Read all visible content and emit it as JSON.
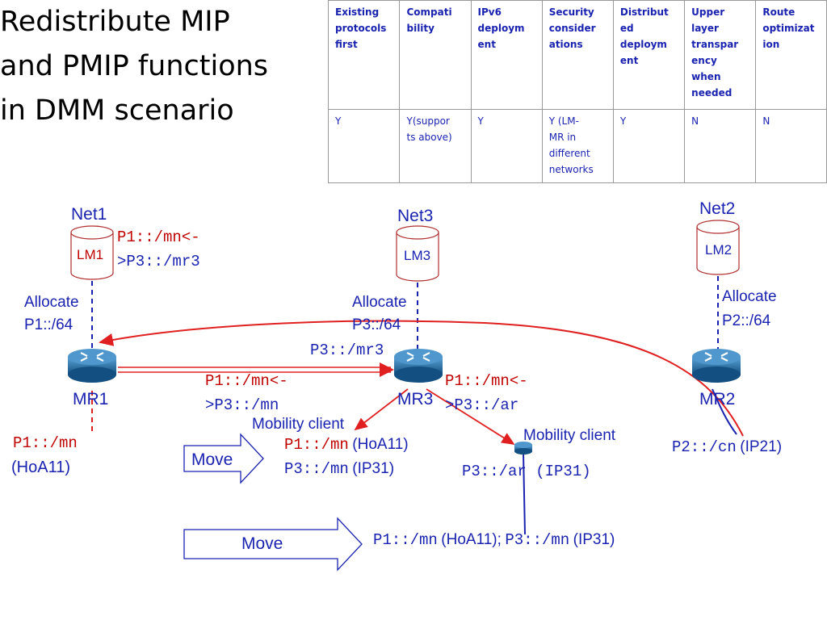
{
  "title_lines": [
    "Redistribute MIP",
    "and PMIP functions",
    "in DMM scenario"
  ],
  "table": {
    "headers": [
      [
        "Existing",
        "protocols",
        "first"
      ],
      [
        "Compati",
        "bility"
      ],
      [
        "IPv6",
        "deploym",
        "ent"
      ],
      [
        "Security",
        "consider",
        "ations"
      ],
      [
        "Distribut",
        "ed",
        "deploym",
        "ent"
      ],
      [
        "Upper",
        "layer",
        "transpar",
        "ency",
        "when",
        "needed"
      ],
      [
        "Route",
        "optimizat",
        "ion"
      ]
    ],
    "values": [
      [
        "Y"
      ],
      [
        "Y(suppor",
        "ts above)"
      ],
      [
        "Y"
      ],
      [
        "Y (LM-",
        "MR in",
        "different",
        "networks"
      ],
      [
        "Y"
      ],
      [
        "N"
      ],
      [
        "N"
      ]
    ]
  },
  "nets": [
    {
      "net": "Net1",
      "lm": "LM1"
    },
    {
      "net": "Net3",
      "lm": "LM3"
    },
    {
      "net": "Net2",
      "lm": "LM2"
    }
  ],
  "routers": [
    "MR1",
    "MR3",
    "MR2"
  ],
  "labels": {
    "lm1_binding_1": "P1::/mn<-",
    "lm1_binding_2": ">P3::/mr3",
    "allocate_p1_1": "Allocate",
    "allocate_p1_2": "P1::/64",
    "allocate_p3_1": "Allocate",
    "allocate_p3_2": "P3::/64",
    "mr3_prefix": "P3::/mr3",
    "allocate_p2_1": "Allocate",
    "allocate_p2_2": "P2::/64",
    "mr1_mr3_binding_1": "P1::/mn<-",
    "mr1_mr3_binding_2": ">P3::/mn",
    "mr3_binding_1": "P1::/mn<-",
    "mr3_binding_2": ">P3::/ar",
    "mn_addr": "P1::/mn",
    "mn_hoa": "(HoA11)",
    "mobility_client_1": "Mobility client",
    "mc1_addr1": "P1::/mn",
    "mc1_hoa": "(HoA11)",
    "mc1_addr2": "P3::/mn",
    "mc1_ip": "(IP31)",
    "mobility_client_2": "Mobility client",
    "ar_addr": "P3::/ar (IP31)",
    "cn_addr": "P2::/cn",
    "cn_ip": "(IP21)",
    "move_1": "Move",
    "move_2": "Move",
    "bottom_addr1": "P1::/mn",
    "bottom_hoa": "(HoA11);",
    "bottom_addr2": "P3::/mn",
    "bottom_ip": "(IP31)"
  },
  "colors": {
    "blue_text": "#1a23b0",
    "red_text": "#c00000",
    "router_blue": "#1f6fa8",
    "arrow_red": "#e02020",
    "lm_cylinder_border": "#b03030"
  }
}
